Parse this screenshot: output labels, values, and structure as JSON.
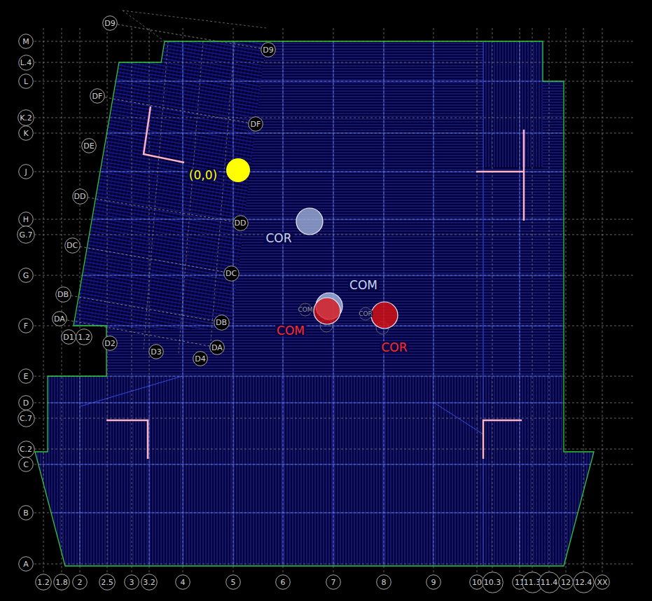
{
  "diagram": {
    "nodes": [
      {
        "text": [
          "D9"
        ]
      },
      {
        "text": [
          "M"
        ]
      },
      {
        "text": [
          "D9"
        ]
      },
      {
        "text": [
          "L.4"
        ]
      },
      {
        "text": [
          "L"
        ]
      },
      {
        "text": [
          "DF"
        ]
      },
      {
        "text": [
          "K.2"
        ]
      },
      {
        "text": [
          "DF"
        ]
      },
      {
        "text": [
          "K"
        ]
      },
      {
        "text": [
          "DE"
        ]
      },
      {
        "text": [
          "(0,0)"
        ]
      },
      {
        "text": [
          "J"
        ]
      },
      {
        "text": [
          "DD"
        ]
      },
      {
        "text": [
          "H"
        ]
      },
      {
        "text": [
          "COR"
        ]
      },
      {
        "text": [
          "DD"
        ]
      },
      {
        "text": [
          "G.7"
        ]
      },
      {
        "text": [
          "DC"
        ]
      },
      {
        "text": [
          "DC"
        ]
      },
      {
        "text": [
          "G"
        ]
      },
      {
        "text": [
          "DB"
        ]
      },
      {
        "text": [
          "COM"
        ]
      },
      {
        "text": [
          "COM"
        ]
      },
      {
        "text": [
          "COR"
        ]
      },
      {
        "text": [
          "DA"
        ]
      },
      {
        "text": [
          "DB"
        ]
      },
      {
        "text": [
          "F"
        ]
      },
      {
        "text": [
          "D1"
        ]
      },
      {
        "text": [
          "1.2"
        ]
      },
      {
        "text": [
          "D2"
        ]
      },
      {
        "text": [
          "DA"
        ]
      },
      {
        "text": [
          "D3"
        ]
      },
      {
        "text": [
          "D4"
        ]
      },
      {
        "text": [
          "E"
        ]
      },
      {
        "text": [
          "D"
        ]
      },
      {
        "text": [
          "C.7"
        ]
      },
      {
        "text": [
          "C.2"
        ]
      },
      {
        "text": [
          "C"
        ]
      },
      {
        "text": [
          "B"
        ]
      },
      {
        "text": [
          "A"
        ]
      },
      {
        "text": [
          "1.2"
        ]
      },
      {
        "text": [
          "1.8"
        ]
      },
      {
        "text": [
          "2"
        ]
      },
      {
        "text": [
          "2.5"
        ]
      },
      {
        "text": [
          "3"
        ]
      },
      {
        "text": [
          "3.2"
        ]
      },
      {
        "text": [
          "4"
        ]
      },
      {
        "text": [
          "5"
        ]
      },
      {
        "text": [
          "6"
        ]
      },
      {
        "text": [
          "7"
        ]
      },
      {
        "text": [
          "8"
        ]
      },
      {
        "text": [
          "9"
        ]
      },
      {
        "text": [
          "10"
        ]
      },
      {
        "text": [
          "10.3"
        ]
      },
      {
        "text": [
          "11"
        ]
      },
      {
        "text": [
          "11.3"
        ]
      },
      {
        "text": [
          "11.4"
        ]
      },
      {
        "text": [
          "12"
        ]
      },
      {
        "text": [
          "12.4"
        ]
      },
      {
        "text": [
          "XX"
        ]
      }
    ],
    "edges": [
      {
        "from": 0,
        "to": 2,
        "arrow": "none"
      },
      {
        "from": 5,
        "to": 7,
        "arrow": "none"
      },
      {
        "from": 12,
        "to": 15,
        "arrow": "none"
      },
      {
        "from": 17,
        "to": 18,
        "arrow": "none"
      },
      {
        "from": 20,
        "to": 25,
        "arrow": "none"
      },
      {
        "from": 24,
        "to": 30,
        "arrow": "none"
      }
    ],
    "labels": [
      "COM",
      "COR"
    ]
  }
}
